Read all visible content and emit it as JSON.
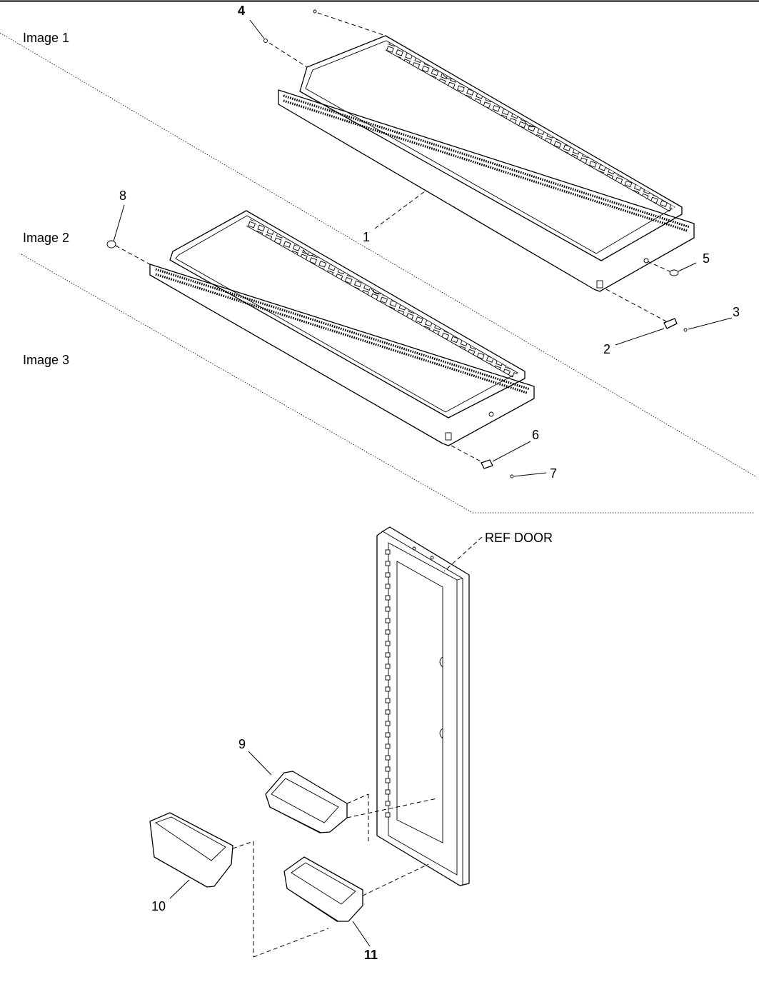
{
  "views": {
    "image1": "Image 1",
    "image2": "Image 2",
    "image3": "Image 3"
  },
  "callouts": {
    "p1": "1",
    "p2": "2",
    "p3": "3",
    "p4": "4",
    "p5": "5",
    "p6": "6",
    "p7": "7",
    "p8": "8",
    "p9": "9",
    "p10": "10",
    "p11": "11"
  },
  "door_label": "REF DOOR"
}
